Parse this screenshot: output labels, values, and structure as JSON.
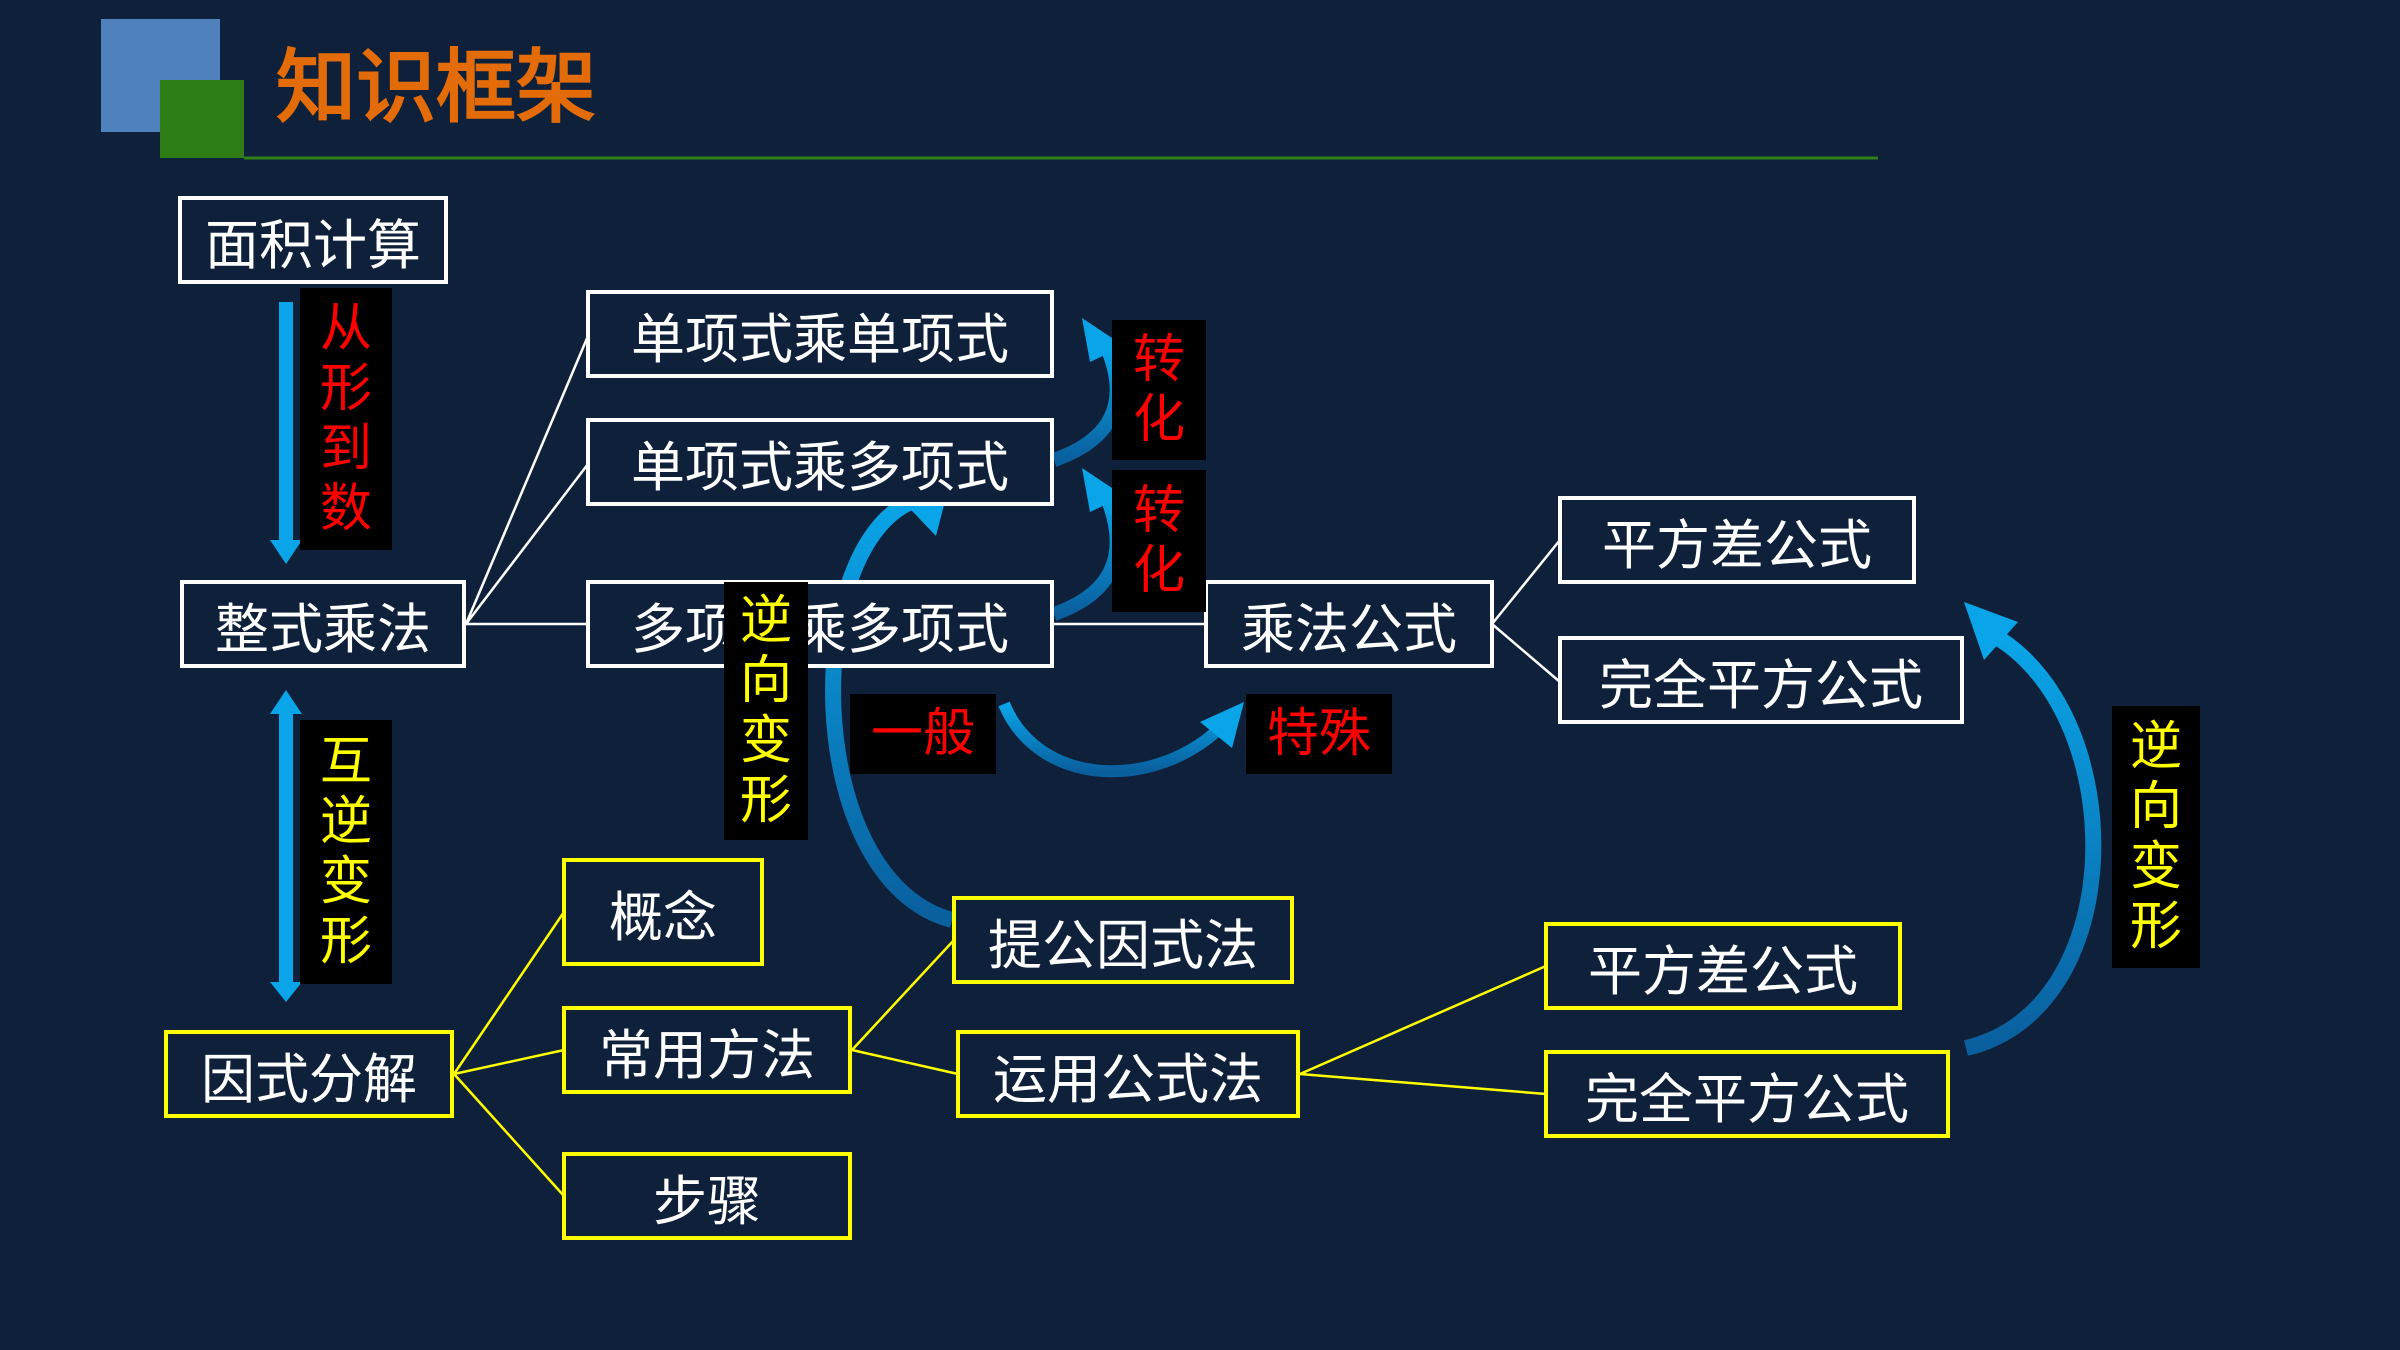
{
  "title": "知识框架",
  "boxes": {
    "area_calc": "面积计算",
    "poly_mult": "整式乘法",
    "factorize": "因式分解",
    "mono_mono": "单项式乘单项式",
    "mono_poly": "单项式乘多项式",
    "poly_poly": "多项式乘多项式",
    "mult_formula": "乘法公式",
    "diff_squares_1": "平方差公式",
    "perfect_square_1": "完全平方公式",
    "concept": "概念",
    "common_methods": "常用方法",
    "steps": "步骤",
    "common_factor": "提公因式法",
    "use_formula": "运用公式法",
    "diff_squares_2": "平方差公式",
    "perfect_square_2": "完全平方公式"
  },
  "tags": {
    "shape_to_number": "从\n形\n到\n数",
    "mutual_inverse": "互\n逆\n变\n形",
    "transform_1": "转\n化",
    "transform_2": "转\n化",
    "reverse_1": "逆\n向\n变\n形",
    "reverse_2": "逆\n向\n变\n形",
    "general": "一般",
    "special": "特殊"
  },
  "colors": {
    "background": "#0f213a",
    "title": "#e36c09",
    "arrow": "#0aa5e8",
    "box_white": "#ffffff",
    "box_yellow": "#ffff00",
    "tag_red": "#ff0000",
    "tag_yellow": "#ffff00"
  }
}
